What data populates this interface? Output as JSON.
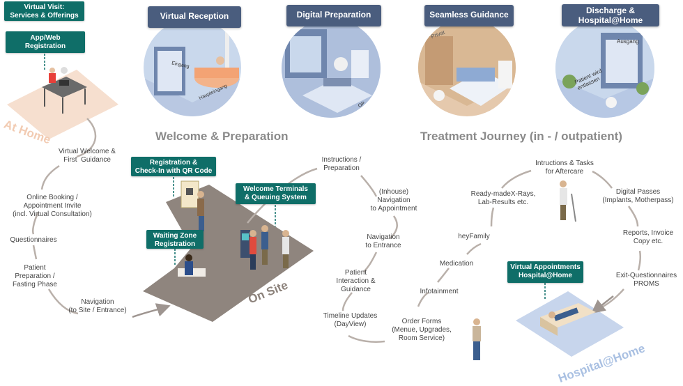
{
  "teal_boxes": {
    "virtual_visit": "Virtual Visit:\nServices & Offerings",
    "app_web": "App/Web\nRegistration",
    "registration_checkin": "Registration &\nCheck-In with QR Code",
    "waiting_zone": "Waiting Zone\nRegistration",
    "welcome_terminals": "Welcome Terminals\n& Queuing System",
    "virtual_appointments": "Virtual Appointments\nHospital@Home"
  },
  "stage_titles": {
    "reception": "Virtual Reception",
    "digital_prep": "Digital Preparation",
    "guidance": "Seamless Guidance",
    "discharge": "Discharge &\nHospital@Home"
  },
  "section_titles": {
    "welcome": "Welcome & Preparation",
    "treatment": "Treatment Journey (in - / outpatient)"
  },
  "zone_labels": {
    "at_home": "At Home",
    "on_site": "On Site",
    "hospital_home": "Hospital@Home"
  },
  "scene_signs": {
    "eingang": "Eingang",
    "haupteingang": "Haupteingang",
    "privat": "Privat",
    "ausgang": "Ausgang",
    "patient_entlassen": "Patient wird\nentlassen",
    "or": "OP"
  },
  "steps": {
    "virtual_welcome": "Virtual Welcome &\nFirst  Guidance",
    "online_booking": "Online Booking /\nAppointment Invite\n(incl. Virtual Consultation)",
    "questionnaires": "Questionnaires",
    "patient_prep": "Patient\nPreparation /\nFasting Phase",
    "navigation_site": "Navigation\n(to Site / Entrance)",
    "instructions_prep": "Instructions /\nPreparation",
    "inhouse_nav": "(Inhouse)\nNavigation\nto Appointment",
    "nav_entrance": "Navigation\nto Entrance",
    "patient_interaction": "Patient\nInteraction &\nGuidance",
    "timeline": "Timeline Updates\n(DayView)",
    "order_forms": "Order Forms\n(Menue, Upgrades,\nRoom Service)",
    "infotainment": "Infotainment",
    "medication": "Medication",
    "heyfamily": "heyFamily",
    "xrays": "Ready-madeX-Rays,\nLab-Results etc.",
    "aftercare": "Intructions & Tasks\nfor Aftercare",
    "digital_passes": "Digital Passes\n(Implants, Motherpass)",
    "reports": "Reports, Invoice\nCopy etc.",
    "exit_q": "Exit-Questionnaires\nPROMS"
  },
  "colors": {
    "teal": "#0f6e68",
    "navy": "#4a5d7e",
    "path_gray": "#b3a9a2",
    "floor": "#8c827b",
    "home_floor": "#f3d9c7",
    "blue_floor": "#c4d3eb"
  }
}
